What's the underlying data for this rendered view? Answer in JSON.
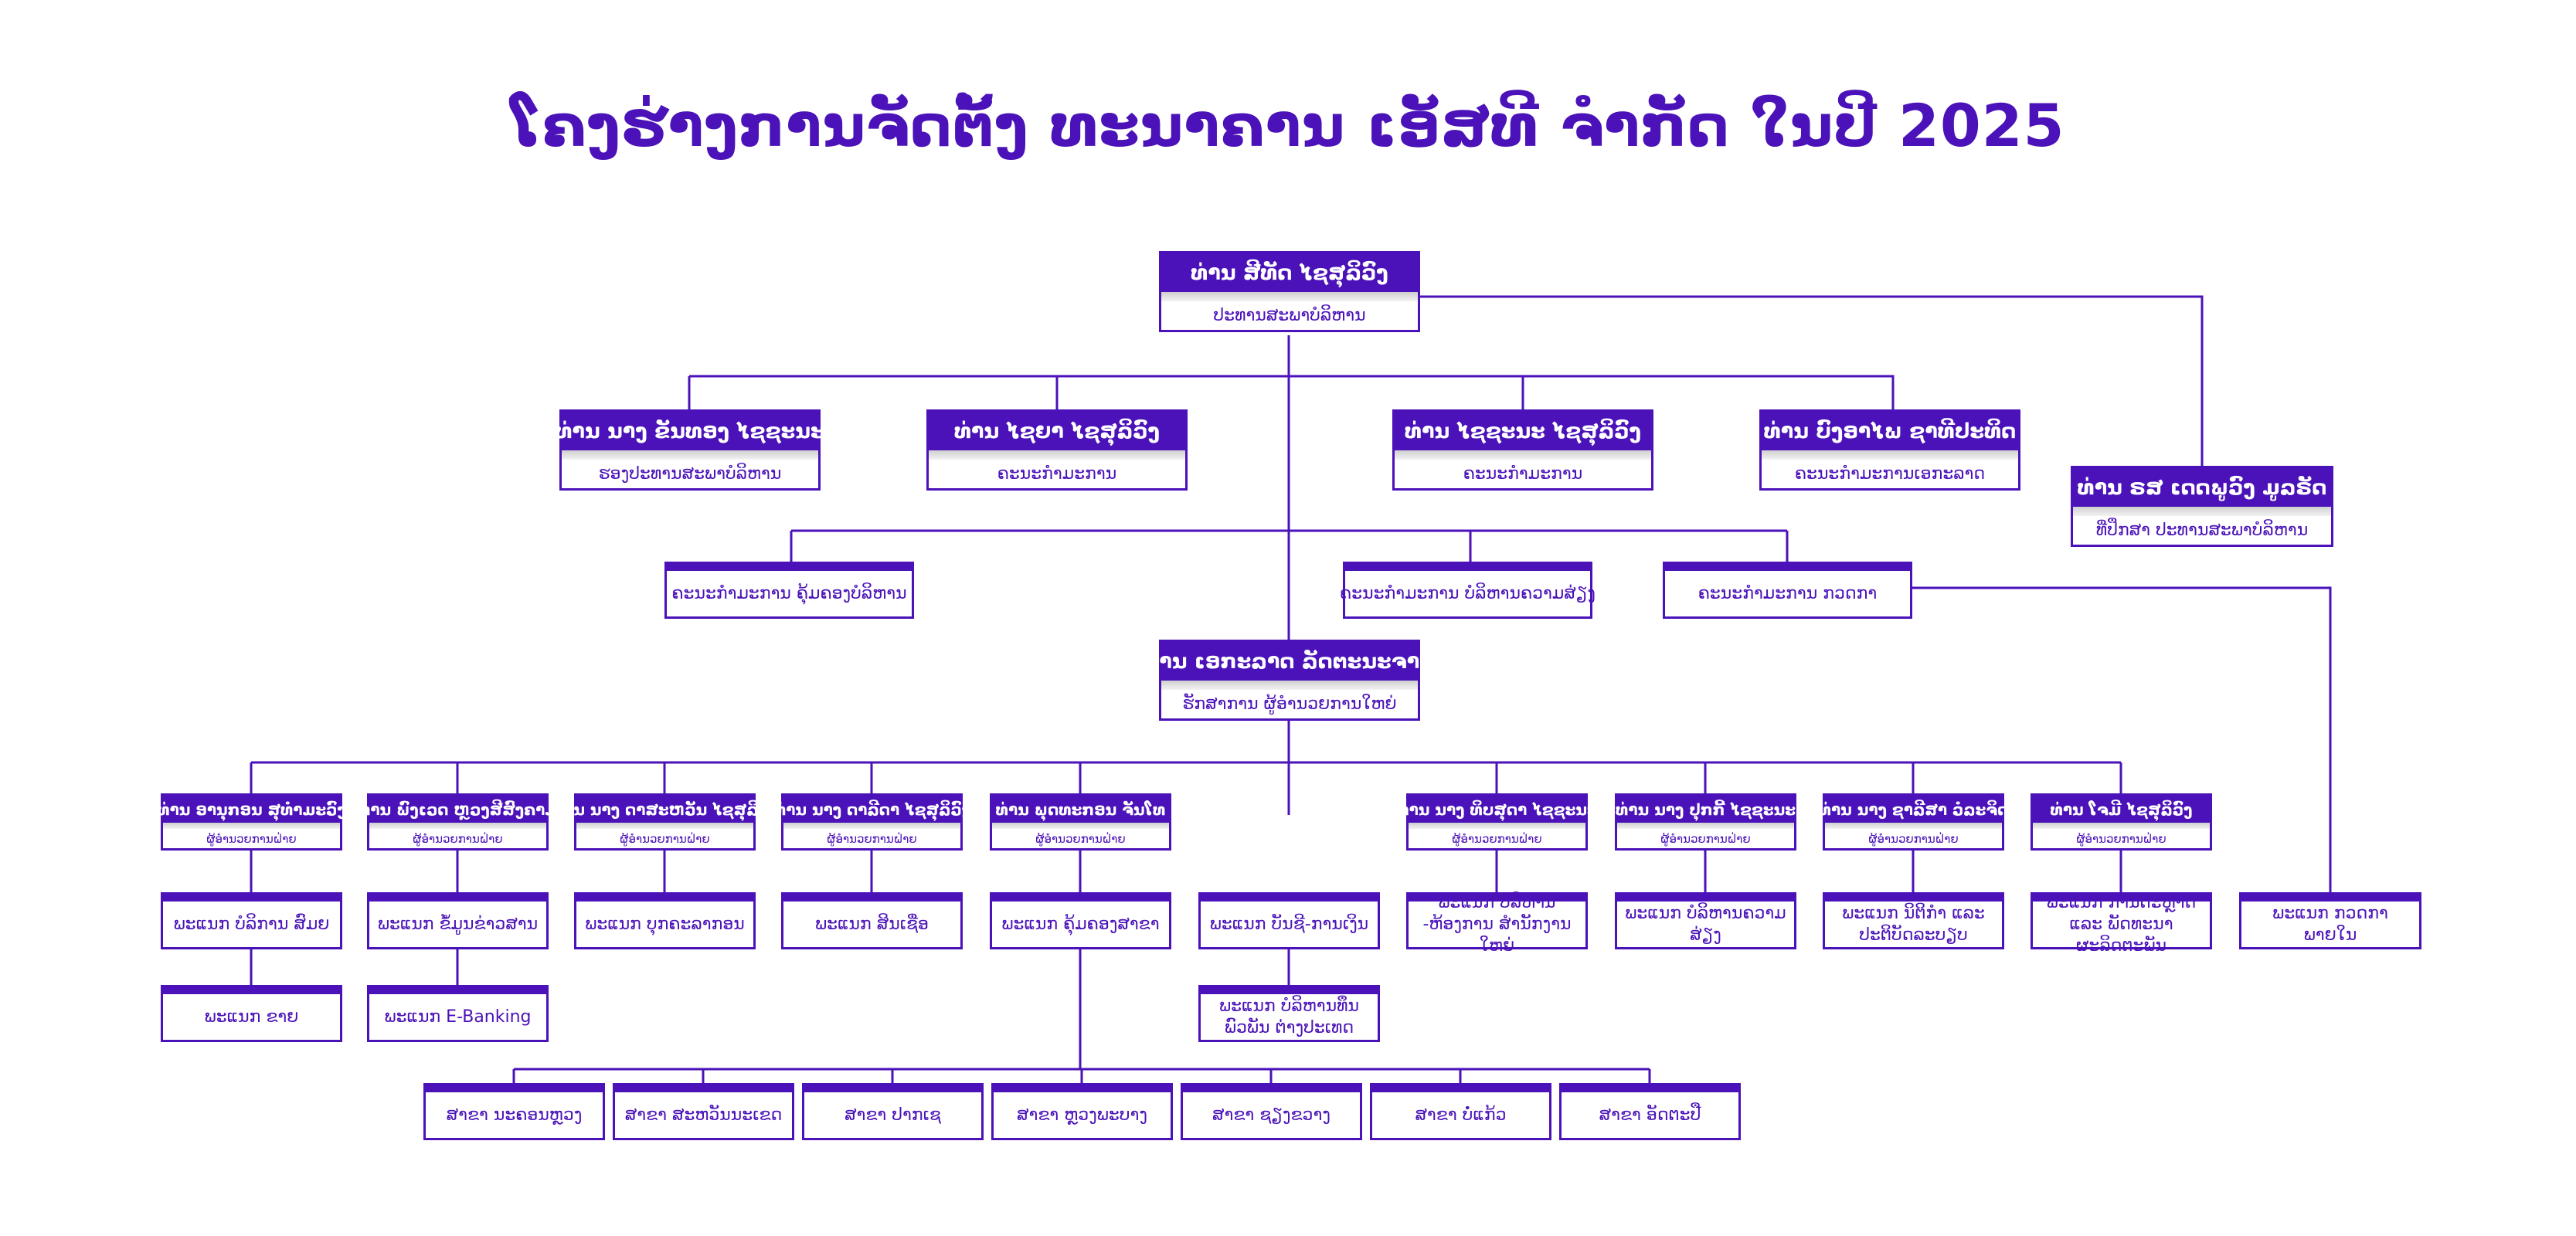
{
  "title": "ໂຄງຮ່າງການຈັດຕັ້ງ ທະນາຄານ ເອັສທີ ຈຳກັດ ໃນປີ 2025",
  "chairman": {
    "name": "ທ່ານ ສີທັດ ໄຊສຸລິວົງ",
    "role": "ປະທານສະພາບໍລິຫານ"
  },
  "advisor": {
    "name": "ທ່ານ ຣສ ເດດພູວົງ ມູລຣັດ",
    "role": "ທີ່ປຶກສາ ປະທານສະພາບໍລິຫານ"
  },
  "board": [
    {
      "name": "ທ່ານ ນາງ ຂັນທອງ ໄຊຊະນະ",
      "role": "ຮອງປະທານສະພາບໍລິຫານ"
    },
    {
      "name": "ທ່ານ ໄຊຍາ ໄຊສຸລິວົງ",
      "role": "ຄະນະກຳມະການ"
    },
    {
      "name": "ທ່ານ ໄຊຊະນະ ໄຊສຸລິວົງ",
      "role": "ຄະນະກຳມະການ"
    },
    {
      "name": "ທ່ານ ບົງອາໄພ ຊາທີປະທິດ",
      "role": "ຄະນະກຳມະການເອກະລາດ"
    }
  ],
  "committees": [
    "ຄະນະກຳມະການ ຄຸ້ມຄອງບໍລິຫານ",
    "ຄະນະກຳມະການ ບໍລິຫານຄວາມສ່ຽງ",
    "ຄະນະກຳມະການ ກວດກາ"
  ],
  "ceo": {
    "name": "ທ່ານ ເອກະລາດ ລັດຕະນະຈາມ",
    "role": "ຮັກສາການ ຜູ້ອຳນວຍການໃຫຍ່"
  },
  "directors": [
    {
      "name": "ທ່ານ ອານຸກອນ ສຸທຳມະວົງ",
      "role": "ຜູ້ອຳນວຍການຝ່າຍ"
    },
    {
      "name": "ທ່ານ ພົງເວດ ຫຼວງສີສົງຄາມ",
      "role": "ຜູ້ອຳນວຍການຝ່າຍ"
    },
    {
      "name": "ທ່ານ ນາງ ດາສະຫວັນ ໄຊສຸລິວົງ",
      "role": "ຜູ້ອຳນວຍການຝ່າຍ"
    },
    {
      "name": "ທ່ານ ນາງ ດາລີດາ ໄຊສຸລິວົງ",
      "role": "ຜູ້ອຳນວຍການຝ່າຍ"
    },
    {
      "name": "ທ່ານ ພຸດທະກອນ ຈັນໂທ",
      "role": "ຜູ້ອຳນວຍການຝ່າຍ"
    },
    {
      "name": "ທ່ານ ນາງ ທິບສຸດາ ໄຊຊະນະ",
      "role": "ຜູ້ອຳນວຍການຝ່າຍ"
    },
    {
      "name": "ທ່ານ ນາງ ປຸກກີ້ ໄຊຊະນະ",
      "role": "ຜູ້ອຳນວຍການຝ່າຍ"
    },
    {
      "name": "ທ່ານ ນາງ ຊາລີສາ ວໍລະຈິດ",
      "role": "ຜູ້ອຳນວຍການຝ່າຍ"
    },
    {
      "name": "ທ່ານ ໂຈມີ ໄຊສຸລິວົງ",
      "role": "ຜູ້ອຳນວຍການຝ່າຍ"
    }
  ],
  "departments": [
    "ພະແນກ ບໍລິການ ສົມຍ",
    "ພະແນກ ຂໍ້ມູນຂ່າວສານ",
    "ພະແນກ ບຸກຄະລາກອນ",
    "ພະແນກ ສິນເຊື່ອ",
    "ພະແນກ ຄຸ້ມຄອງສາຂາ",
    "ພະແນກ ບັນຊີ-ການເງິນ",
    "ພະແນກ ບໍລິຫານ -ຫ້ອງການ ສຳນັກງານໃຫຍ່",
    "ພະແນກ ບໍລິຫານຄວາມສ່ຽງ",
    "ພະແນກ ນິຕິກຳ ແລະ ປະຕິບັດລະບຽບ",
    "ພະແນກ ການຕະຫຼາດ ແລະ ພັດທະນາຜະລິດຕະພັນ",
    "ພະແນກ ກວດກາພາຍໃນ"
  ],
  "sub_departments": [
    "ພະແນກ ຂາຍ",
    "ພະແນກ E-Banking",
    "ພະແນກ ບໍລິຫານທຶນ ພົວພັນ ຕ່າງປະເທດ"
  ],
  "branches": [
    "ສາຂາ ນະຄອນຫຼວງ",
    "ສາຂາ ສະຫວັນນະເຂດ",
    "ສາຂາ ປາກເຊ",
    "ສາຂາ ຫຼວງພະບາງ",
    "ສາຂາ ຊຽງຂວາງ",
    "ສາຂາ ບໍ່ແກ້ວ",
    "ສາຂາ ອັດຕະປື"
  ]
}
